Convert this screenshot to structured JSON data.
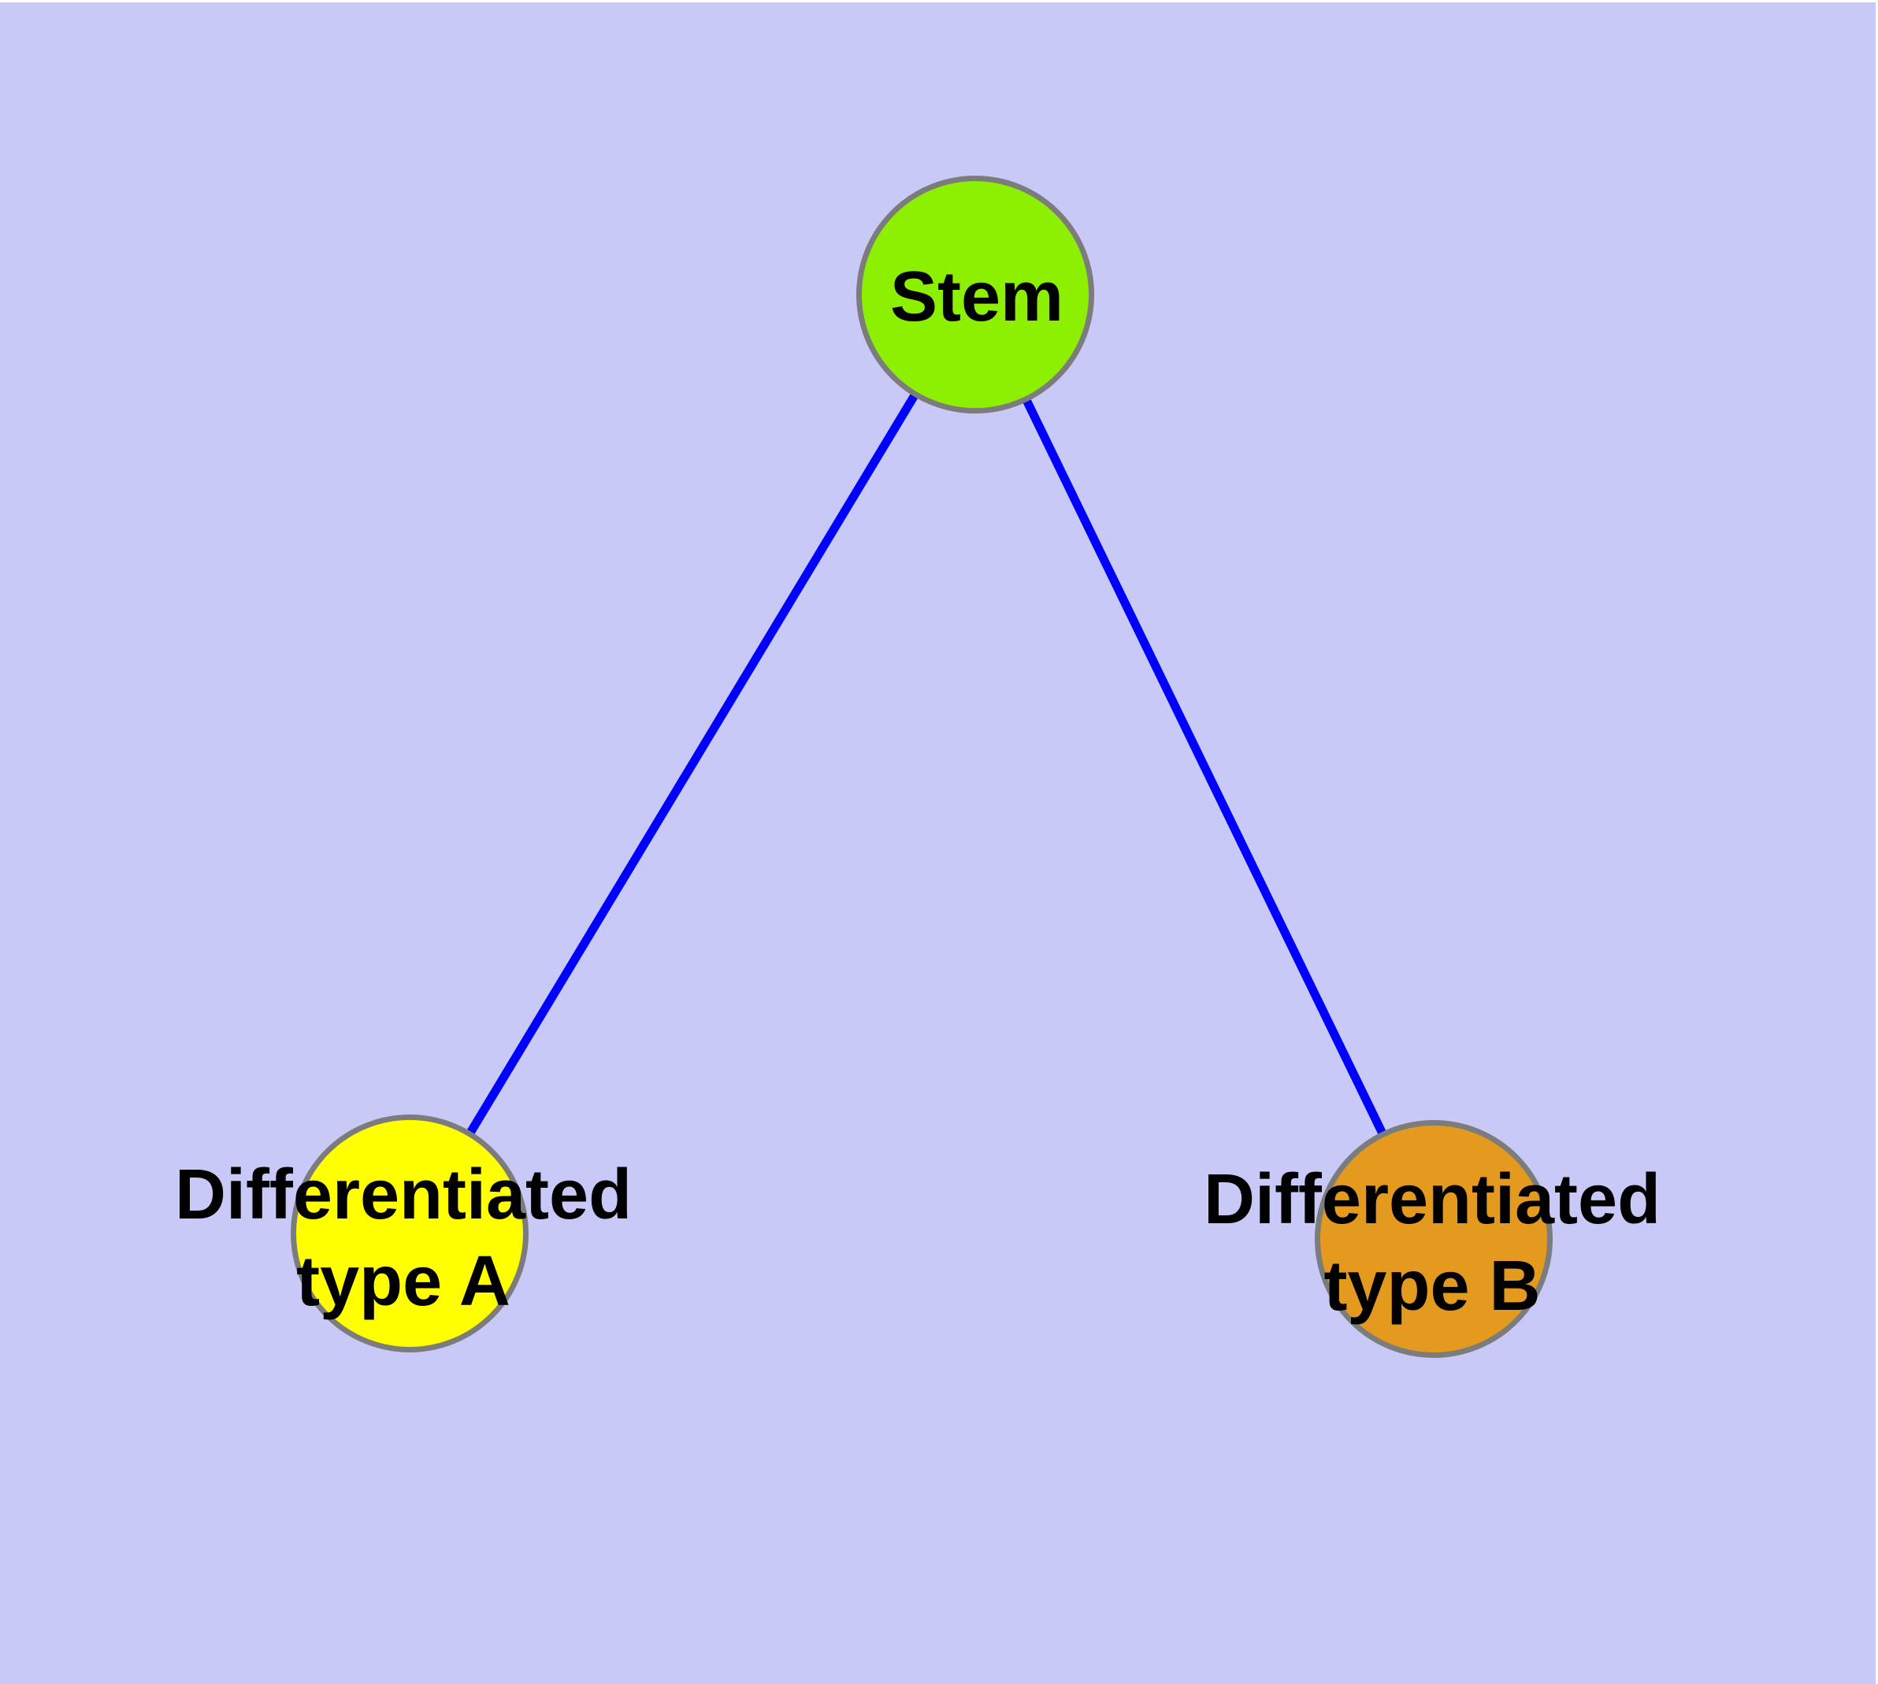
{
  "diagram": {
    "type": "graph",
    "nodes": {
      "stem": {
        "label": "Stem",
        "fill": "#8cf000",
        "shape": "circle"
      },
      "type_a": {
        "label_line1": "Differentiated",
        "label_line2": "type A",
        "fill": "#ffff00",
        "shape": "circle"
      },
      "type_b": {
        "label_line1": "Differentiated",
        "label_line2": "type B",
        "fill": "#e39a1f",
        "shape": "circle"
      }
    },
    "edges": [
      {
        "from": "Stem",
        "to": "Differentiated type A"
      },
      {
        "from": "Stem",
        "to": "Differentiated type B"
      }
    ],
    "colors": {
      "background": "#c9c9f8",
      "edge": "#0000ff",
      "node_border": "#7c7c7c",
      "label_text": "#000000"
    }
  }
}
